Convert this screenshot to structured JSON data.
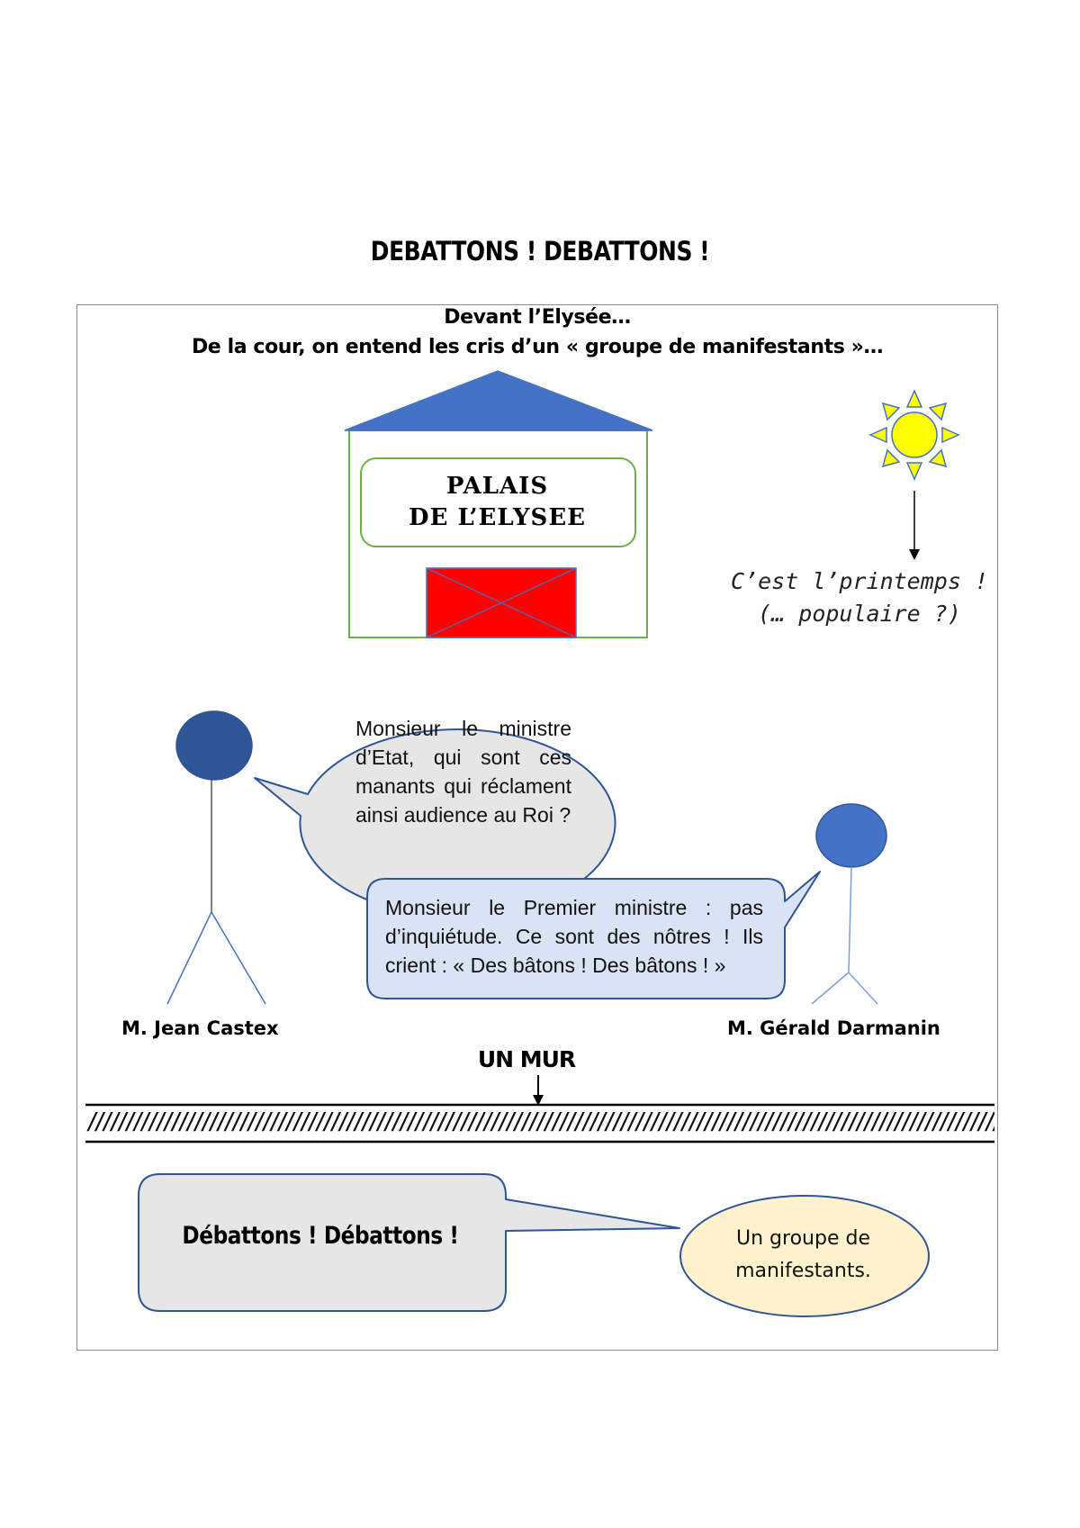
{
  "title": "DEBATTONS ! DEBATTONS !",
  "intro": {
    "line1": "Devant l’Elysée…",
    "line2": "De la cour, on entend les cris d’un « groupe de manifestants »…"
  },
  "palace": {
    "line1": "PALAIS",
    "line2": "DE L’ELYSEE"
  },
  "sun_caption": {
    "line1": "C’est l’printemps !",
    "line2": "(… populaire ?)"
  },
  "bubble_castex": {
    "lines": [
      "Monsieur le ministre",
      "d’Etat, qui sont ces",
      "manants qui réclament",
      "ainsi audience au Roi ?"
    ]
  },
  "bubble_darmanin": {
    "lines": [
      "Monsieur le Premier ministre : pas",
      "d’inquiétude. Ce sont des nôtres ! Ils",
      "crient : « Des bâtons ! Des bâtons ! »"
    ]
  },
  "characters": {
    "left_name": "M. Jean Castex",
    "right_name": "M. Gérald Darmanin"
  },
  "wall": {
    "label": "UN MUR",
    "hatch": "////////////////////////////////////////////////////////////////////////////////////////////////////////////////////////////////////////////////////////////////////////////////////////////////////////////////"
  },
  "protest": {
    "shout": "Débattons ! Débattons !",
    "group_line1": "Un groupe de",
    "group_line2": "manifestants."
  },
  "colors": {
    "roof": "#4472c4",
    "door": "#ff0000",
    "building_outline": "#70ad47",
    "sun": "#ffff00",
    "head_dark": "#2f5597",
    "head_light": "#4472c4",
    "bubble_gray": "#e7e6e6",
    "bubble_blue_gray": "#dae3f3",
    "bubble_outline": "#2f5597",
    "group_fill": "#fff2cc"
  }
}
